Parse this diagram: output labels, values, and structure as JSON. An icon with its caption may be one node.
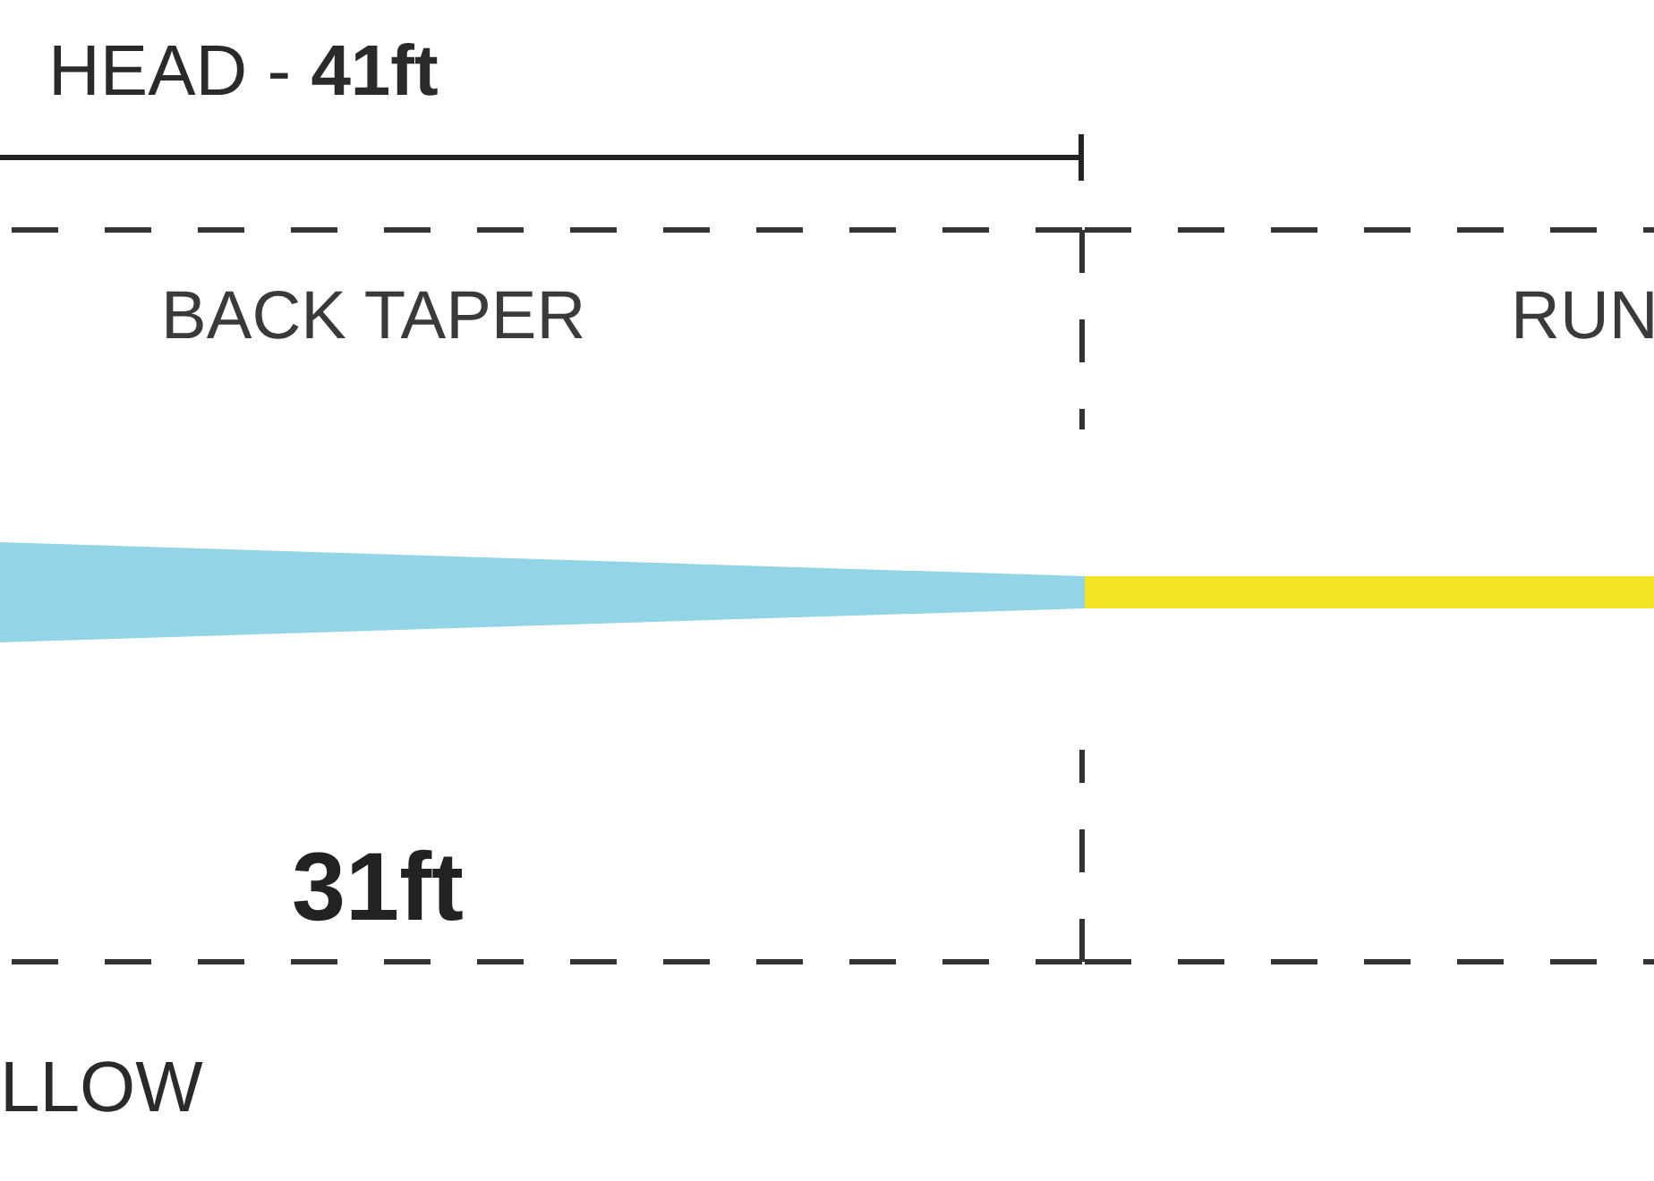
{
  "diagram": {
    "nodes": [
      {
        "text": [
          "BACK TAPER",
          "31ft"
        ]
      },
      {
        "text": [],
        "shape": "bar",
        "in": 0
      },
      {
        "text": [
          "RUN"
        ]
      },
      {
        "text": [],
        "shape": "bar",
        "in": 2
      }
    ],
    "labels": [
      "HEAD - **41ft**",
      "LLOW"
    ]
  }
}
